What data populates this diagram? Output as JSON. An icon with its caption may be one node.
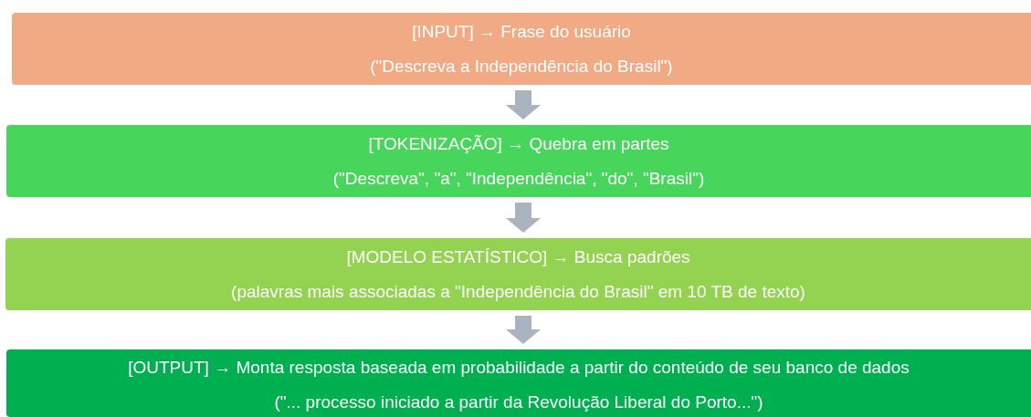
{
  "diagram": {
    "nodes": [
      {
        "text": [
          "[INPUT] → Frase do usuário",
          "(\"Descreva a Independência do Brasil\")"
        ]
      },
      {
        "text": [
          "[TOKENIZAÇÃO] → Quebra em partes",
          "(\"Descreva\", \"a\", \"Independência\", \"do\", \"Brasil\")"
        ]
      },
      {
        "text": [
          "[MODELO ESTATÍSTICO] → Busca padrões",
          "(palavras mais associadas a \"Independência do Brasil\" em 10 TB de texto)"
        ]
      },
      {
        "text": [
          "[OUTPUT] → Monta resposta baseada em probabilidade a partir do conteúdo de seu banco de dados",
          "(\"... processo iniciado a partir da Revolução Liberal do Porto...\")"
        ]
      }
    ],
    "edges": [
      {
        "from": 0,
        "to": 1,
        "arrow": "to"
      },
      {
        "from": 1,
        "to": 2,
        "arrow": "to"
      },
      {
        "from": 2,
        "to": 3,
        "arrow": "to"
      }
    ]
  }
}
